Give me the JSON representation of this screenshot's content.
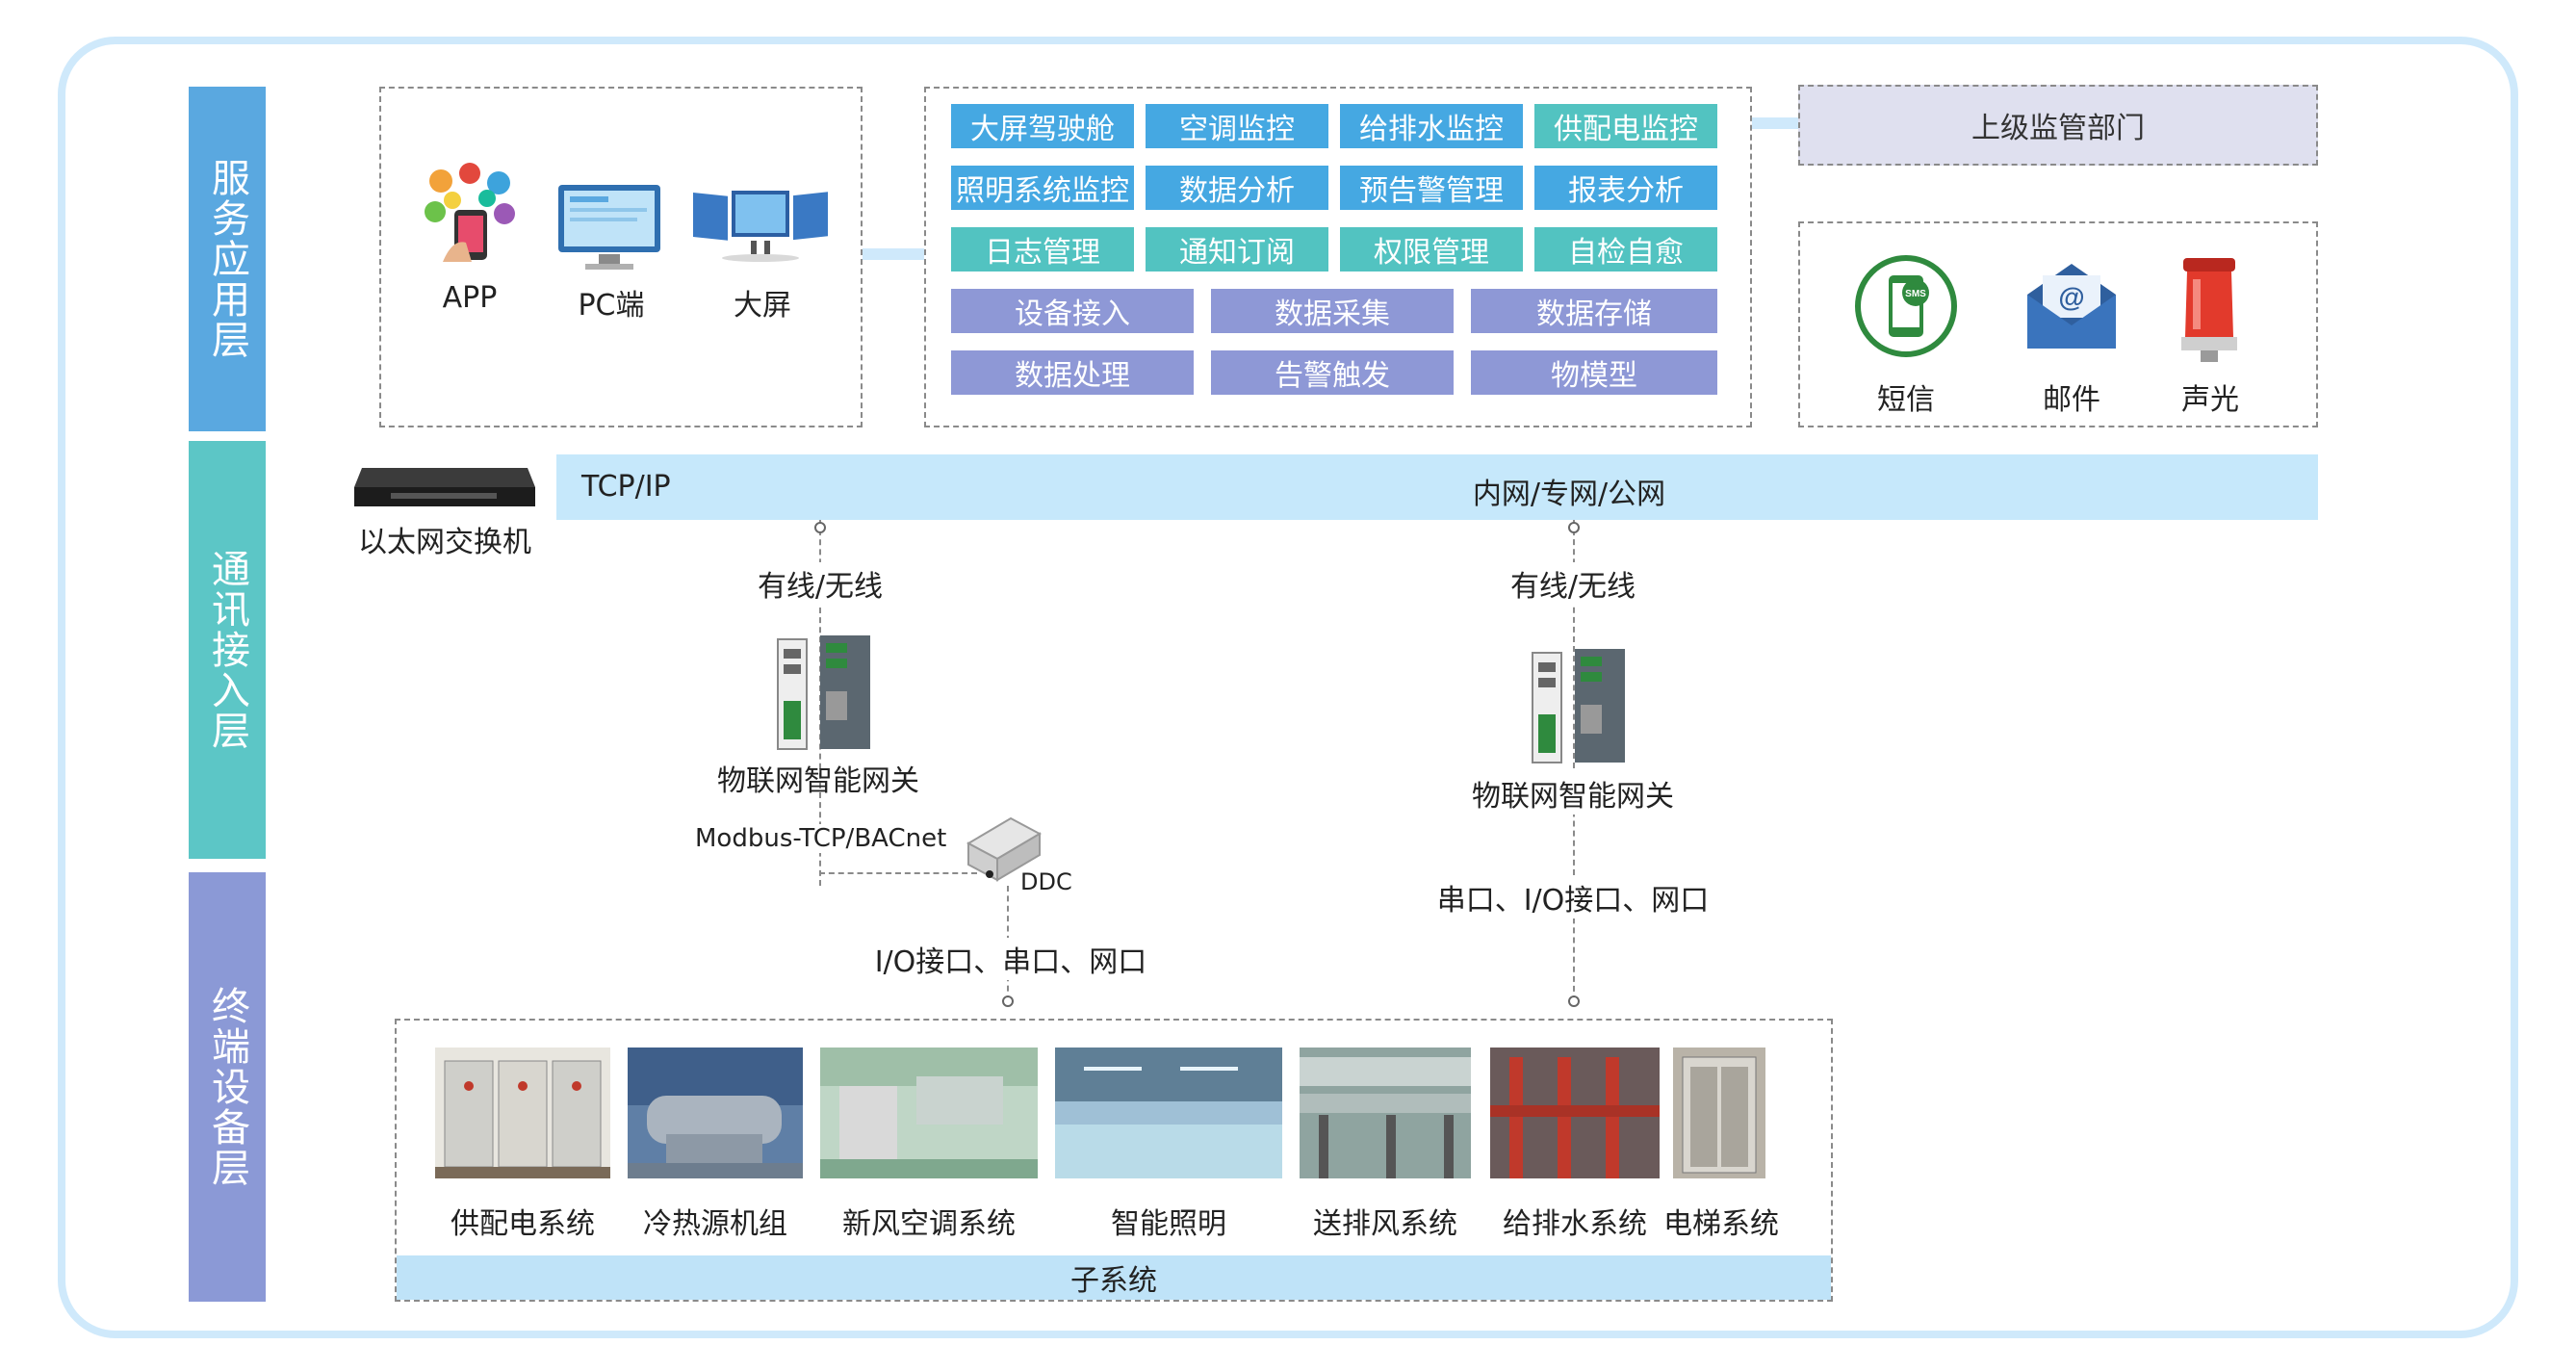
{
  "layers": {
    "service": "服务应用层",
    "comm": "通讯接入层",
    "terminal": "终端设备层"
  },
  "clients": [
    {
      "label": "APP"
    },
    {
      "label": "PC端"
    },
    {
      "label": "大屏"
    }
  ],
  "functions": {
    "row1": [
      "大屏驾驶舱",
      "空调监控",
      "给排水监控",
      "供配电监控"
    ],
    "row2": [
      "照明系统监控",
      "数据分析",
      "预告警管理",
      "报表分析"
    ],
    "row3": [
      "日志管理",
      "通知订阅",
      "权限管理",
      "自检自愈"
    ],
    "row4": [
      "设备接入",
      "数据采集",
      "数据存储"
    ],
    "row5": [
      "数据处理",
      "告警触发",
      "物模型"
    ]
  },
  "supervisor": "上级监管部门",
  "alerts": [
    {
      "label": "短信",
      "icon_text": "SMS"
    },
    {
      "label": "邮件",
      "icon_text": "@"
    },
    {
      "label": "声光"
    }
  ],
  "network": {
    "switch_label": "以太网交换机",
    "protocol": "TCP/IP",
    "net_types": "内网/专网/公网"
  },
  "left_branch": {
    "link": "有线/无线",
    "gateway": "物联网智能网关",
    "protocol": "Modbus-TCP/BACnet",
    "ddc": "DDC",
    "ports": "I/O接口、串口、网口"
  },
  "right_branch": {
    "link": "有线/无线",
    "gateway": "物联网智能网关",
    "ports": "串口、I/O接口、网口"
  },
  "subsystems": [
    {
      "label": "供配电系统"
    },
    {
      "label": "冷热源机组"
    },
    {
      "label": "新风空调系统"
    },
    {
      "label": "智能照明"
    },
    {
      "label": "送排风系统"
    },
    {
      "label": "给排水系统"
    },
    {
      "label": "电梯系统"
    }
  ],
  "subsystem_bar": "子系统",
  "colors": {
    "layer_service": "#5aa8e0",
    "layer_comm": "#5cc6c6",
    "layer_terminal": "#8b99d6",
    "func_blue": "#45a8e2",
    "func_teal": "#52c3c1",
    "func_gray": "#8e98d6",
    "network_bar": "#c6e8fb",
    "supervisor": "#dfe0ef"
  }
}
